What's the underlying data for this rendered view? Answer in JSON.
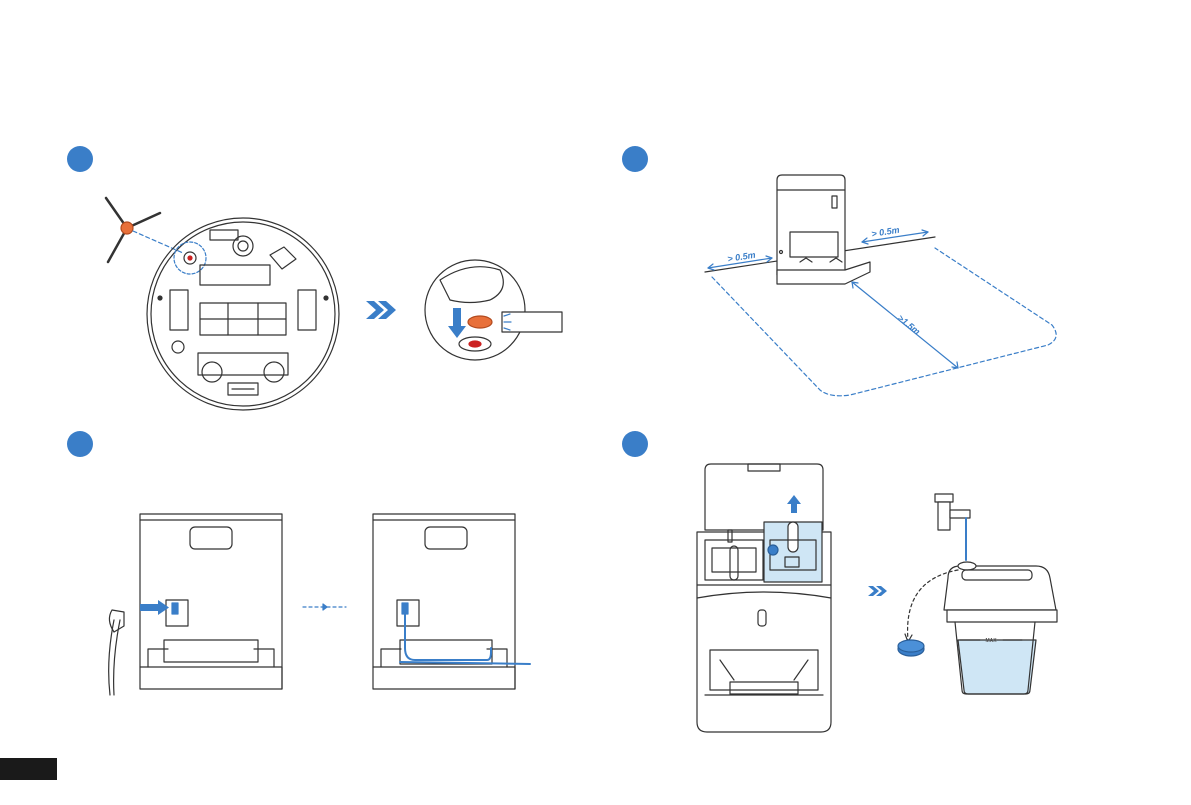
{
  "steps": [
    {
      "id": "step-1-install-side-brush",
      "indicator_color": "#3a7ec8"
    },
    {
      "id": "step-2-place-station",
      "indicator_color": "#3a7ec8"
    },
    {
      "id": "step-3-connect-power",
      "indicator_color": "#3a7ec8"
    },
    {
      "id": "step-4-fill-water-tank",
      "indicator_color": "#3a7ec8"
    }
  ],
  "placement": {
    "side_clearance_left": "> 0.5m",
    "side_clearance_right": "> 0.5m",
    "front_clearance": ">1.5m"
  },
  "water_tank": {
    "max_mark": "MAX"
  },
  "colors": {
    "accent": "#3a7ec8",
    "line": "#333333",
    "water": "#cfe6f5",
    "brush_head": "#e8703a",
    "page_tab": "#1a1a1a"
  },
  "icons": [
    "side-brush-icon",
    "double-chevron-right-icon",
    "arrow-down-icon",
    "arrow-up-icon",
    "arrow-right-icon",
    "faucet-icon",
    "power-plug-icon"
  ]
}
